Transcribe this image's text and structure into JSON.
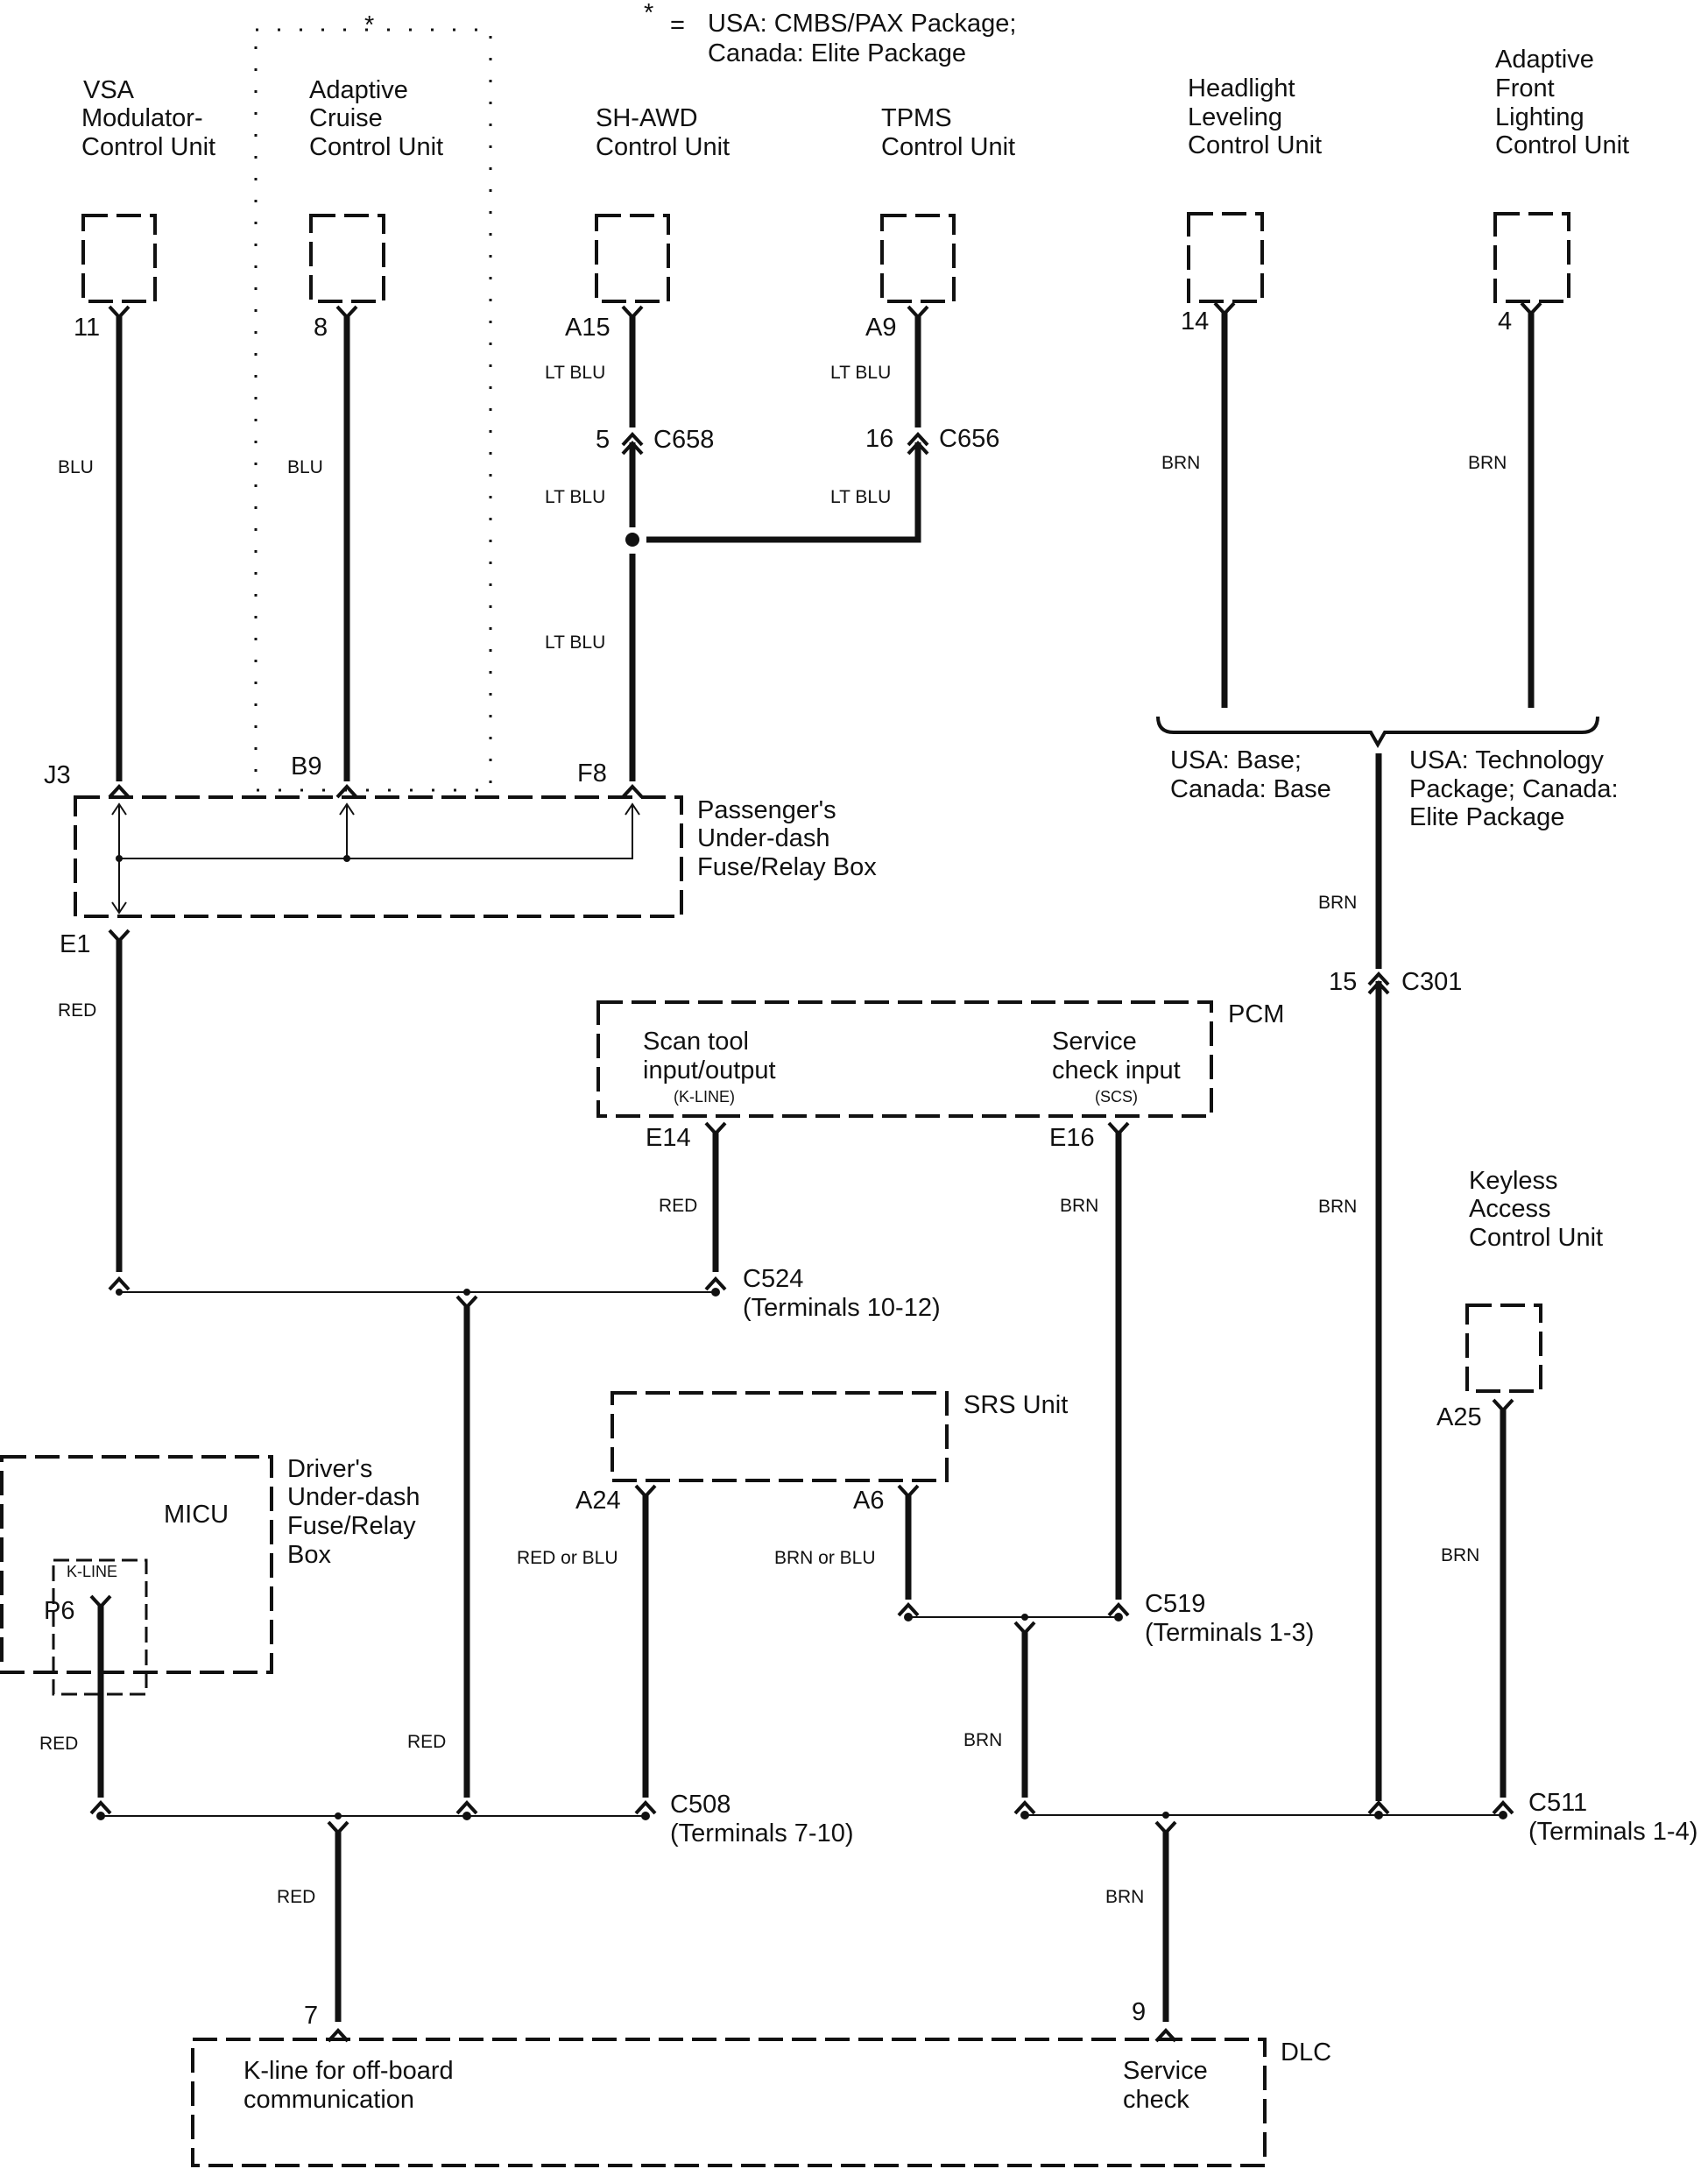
{
  "footnote": {
    "star": "*",
    "equals": "=",
    "lines": [
      "USA: CMBS/PAX Package;",
      "Canada: Elite Package"
    ]
  },
  "components": {
    "vsa": {
      "lines": [
        "VSA",
        "Modulator-",
        "Control Unit"
      ],
      "pin": "11",
      "wire_color": "BLU",
      "fuse_pin": "J3"
    },
    "acc": {
      "lines": [
        "Adaptive",
        "Cruise",
        "Control Unit"
      ],
      "star": "*",
      "pin": "8",
      "wire_color": "BLU",
      "fuse_pin": "B9"
    },
    "shawd": {
      "lines": [
        "SH-AWD",
        "Control Unit"
      ],
      "pin": "A15",
      "wire_color_1": "LT BLU",
      "connector_pin": "5",
      "connector": "C658",
      "wire_color_2": "LT BLU",
      "wire_color_3": "LT BLU",
      "fuse_pin": "F8"
    },
    "tpms": {
      "lines": [
        "TPMS",
        "Control Unit"
      ],
      "pin": "A9",
      "wire_color_1": "LT BLU",
      "connector_pin": "16",
      "connector": "C656",
      "wire_color_2": "LT BLU"
    },
    "headlight": {
      "lines": [
        "Headlight",
        "Leveling",
        "Control Unit"
      ],
      "pin": "14",
      "wire_color": "BRN"
    },
    "afl": {
      "lines": [
        "Adaptive",
        "Front",
        "Lighting",
        "Control Unit"
      ],
      "pin": "4",
      "wire_color": "BRN"
    },
    "variant_left": {
      "lines": [
        "USA: Base;",
        "Canada: Base"
      ]
    },
    "variant_right": {
      "lines": [
        "USA: Technology",
        "Package; Canada:",
        "Elite Package"
      ]
    },
    "c301": {
      "wire_color_1": "BRN",
      "pin": "15",
      "connector": "C301",
      "wire_color_2": "BRN"
    },
    "pass_fuse_box": {
      "lines": [
        "Passenger's",
        "Under-dash",
        "Fuse/Relay Box"
      ],
      "out_pin": "E1",
      "out_wire_color": "RED"
    },
    "pcm": {
      "name": "PCM",
      "left_lines": [
        "Scan tool",
        "input/output"
      ],
      "left_sub": "(K-LINE)",
      "right_lines": [
        "Service",
        "check input"
      ],
      "right_sub": "(SCS)",
      "left_pin": "E14",
      "left_wire_color": "RED",
      "right_pin": "E16",
      "right_wire_color": "BRN"
    },
    "c524": {
      "name": "C524",
      "terminals": "(Terminals 10-12)"
    },
    "keyless": {
      "lines": [
        "Keyless",
        "Access",
        "Control Unit"
      ],
      "pin": "A25",
      "wire_color": "BRN"
    },
    "srs": {
      "name": "SRS Unit",
      "left_pin": "A24",
      "left_wire_color": "RED or  BLU",
      "right_pin": "A6",
      "right_wire_color": "BRN or  BLU"
    },
    "c519": {
      "name": "C519",
      "terminals": "(Terminals 1-3)",
      "out_wire_color": "BRN"
    },
    "drv_fuse_box": {
      "lines": [
        "Driver's",
        "Under-dash",
        "Fuse/Relay",
        "Box"
      ],
      "micu": "MICU",
      "kline": "K-LINE",
      "pin": "P6",
      "wire_color": "RED"
    },
    "c524_out": {
      "wire_color": "RED"
    },
    "c508": {
      "name": "C508",
      "terminals": "(Terminals 7-10)",
      "out_wire_color": "RED"
    },
    "c511": {
      "name": "C511",
      "terminals": "(Terminals 1-4)",
      "out_wire_color": "BRN"
    },
    "dlc": {
      "name": "DLC",
      "left_lines": [
        "K-line for off-board",
        "communication"
      ],
      "right_lines": [
        "Service",
        "check"
      ],
      "left_pin": "7",
      "right_pin": "9"
    }
  }
}
